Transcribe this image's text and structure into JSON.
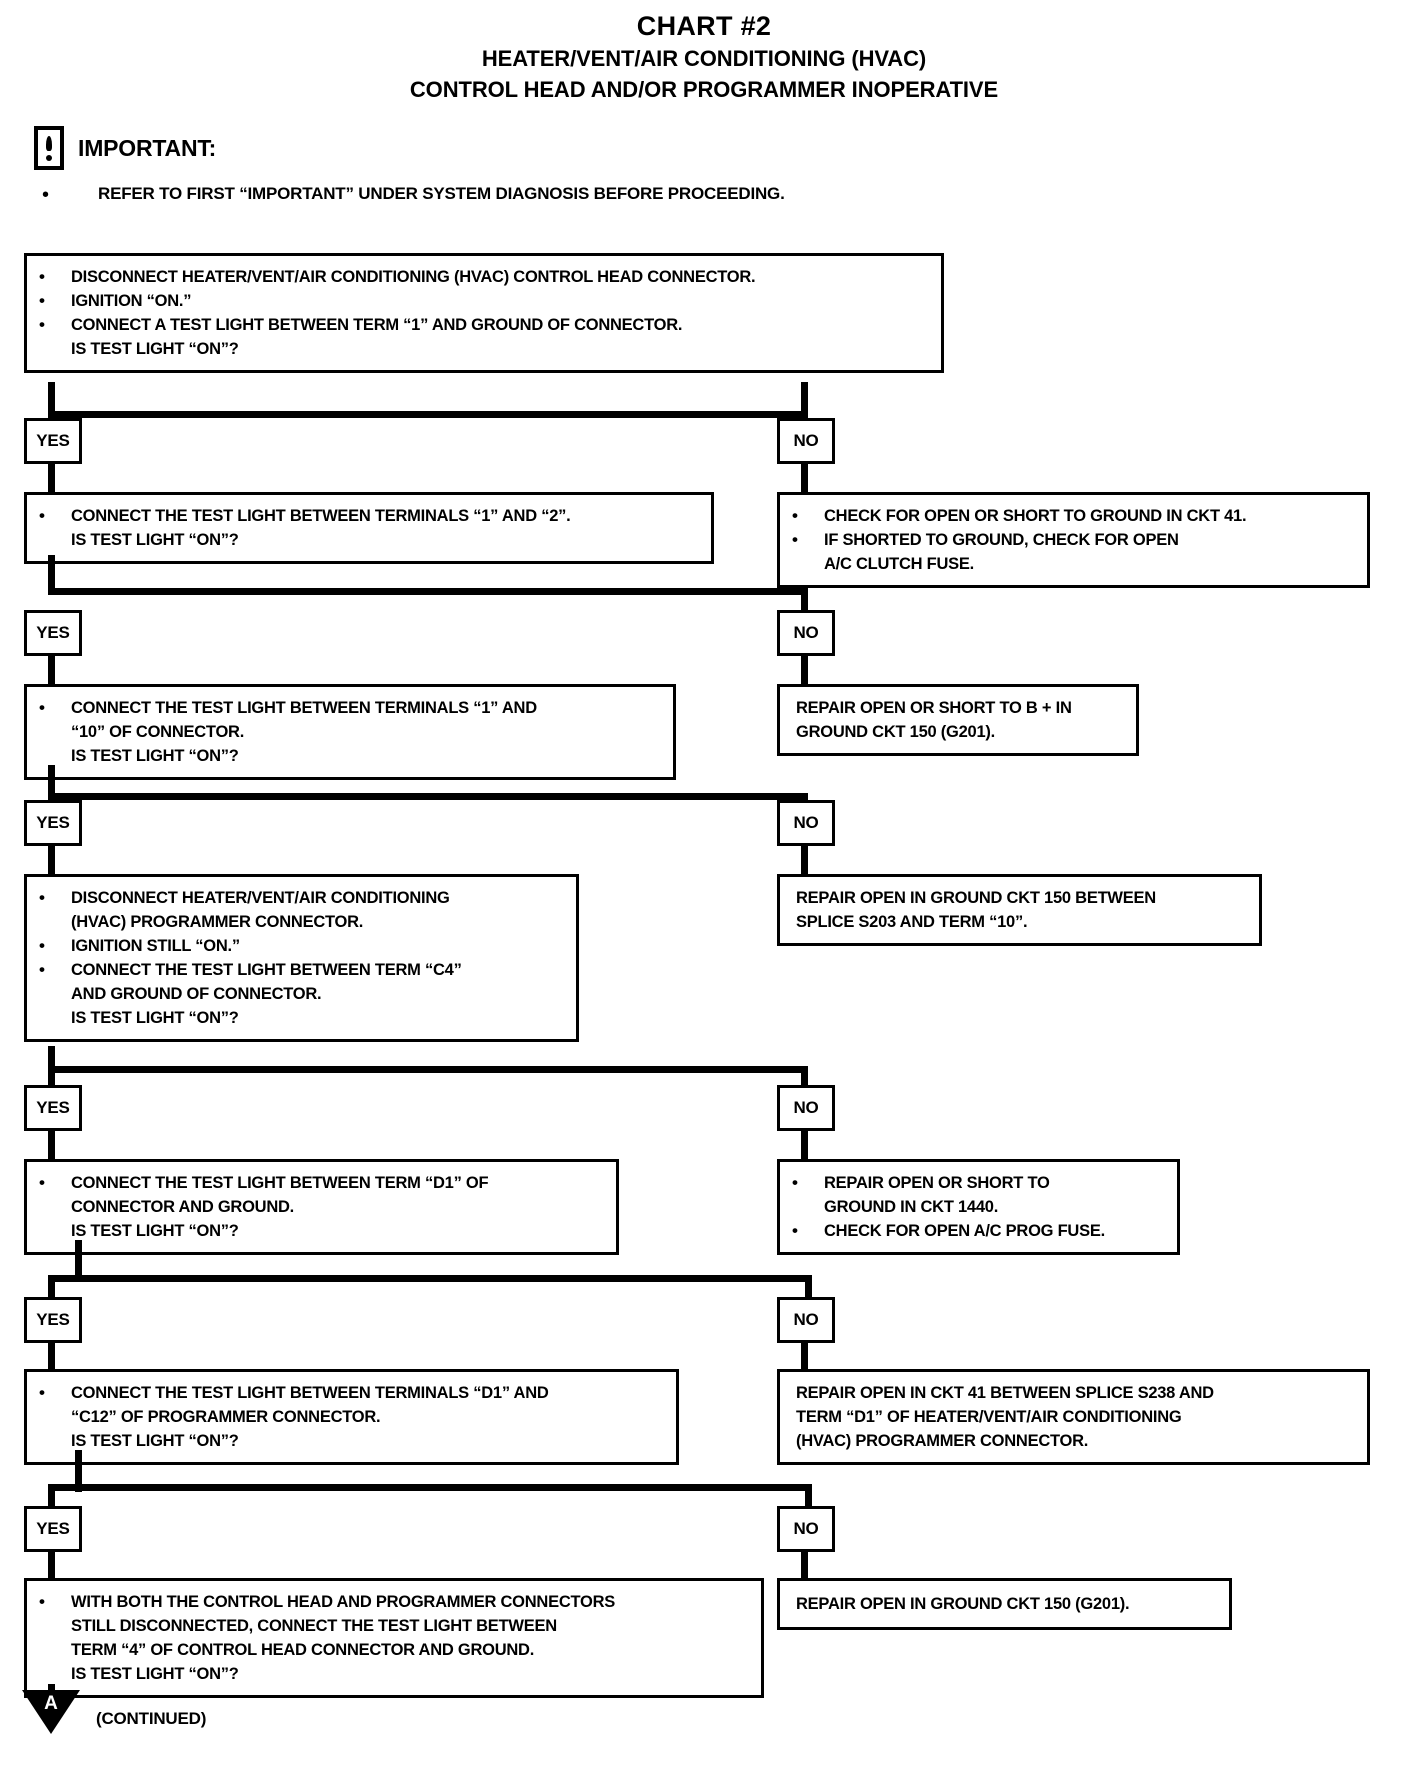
{
  "header": {
    "chart_number": "CHART #2",
    "system_line": "HEATER/VENT/AIR CONDITIONING (HVAC)",
    "subject_line": "CONTROL HEAD AND/OR PROGRAMMER INOPERATIVE"
  },
  "important": {
    "label": "IMPORTANT:",
    "icon": "exclamation-box-icon",
    "bullet": "•",
    "note": "REFER TO FIRST “IMPORTANT” UNDER SYSTEM DIAGNOSIS BEFORE PROCEEDING."
  },
  "branch_labels": {
    "yes": "YES",
    "no": "NO"
  },
  "bullet_char": "•",
  "steps": [
    {
      "id": "step-1",
      "lines": [
        {
          "bullet": true,
          "text": "DISCONNECT HEATER/VENT/AIR CONDITIONING (HVAC) CONTROL HEAD CONNECTOR."
        },
        {
          "bullet": true,
          "text": "IGNITION “ON.”"
        },
        {
          "bullet": true,
          "text": "CONNECT A TEST LIGHT BETWEEN TERM “1” AND GROUND OF CONNECTOR."
        },
        {
          "bullet": false,
          "text": "IS TEST LIGHT “ON”?"
        }
      ]
    },
    {
      "id": "step-2",
      "lines": [
        {
          "bullet": true,
          "text": "CONNECT THE TEST LIGHT BETWEEN TERMINALS “1” AND “2”."
        },
        {
          "bullet": false,
          "text": "IS TEST LIGHT “ON”?"
        }
      ]
    },
    {
      "id": "step-3",
      "lines": [
        {
          "bullet": true,
          "text": "CONNECT THE TEST LIGHT BETWEEN TERMINALS “1” AND"
        },
        {
          "bullet": false,
          "text": "“10” OF CONNECTOR."
        },
        {
          "bullet": false,
          "text": "IS TEST LIGHT “ON”?"
        }
      ]
    },
    {
      "id": "step-4",
      "lines": [
        {
          "bullet": true,
          "text": "DISCONNECT HEATER/VENT/AIR CONDITIONING"
        },
        {
          "bullet": false,
          "text": "(HVAC) PROGRAMMER CONNECTOR."
        },
        {
          "bullet": true,
          "text": "IGNITION STILL “ON.”"
        },
        {
          "bullet": true,
          "text": "CONNECT THE TEST LIGHT BETWEEN TERM “C4”"
        },
        {
          "bullet": false,
          "text": "AND GROUND OF CONNECTOR."
        },
        {
          "bullet": false,
          "text": "IS TEST LIGHT “ON”?"
        }
      ]
    },
    {
      "id": "step-5",
      "lines": [
        {
          "bullet": true,
          "text": "CONNECT THE TEST LIGHT BETWEEN TERM “D1” OF"
        },
        {
          "bullet": false,
          "text": "CONNECTOR AND GROUND."
        },
        {
          "bullet": false,
          "text": "IS TEST LIGHT “ON”?"
        }
      ]
    },
    {
      "id": "step-6",
      "lines": [
        {
          "bullet": true,
          "text": "CONNECT THE TEST LIGHT BETWEEN TERMINALS “D1” AND"
        },
        {
          "bullet": false,
          "text": "“C12” OF PROGRAMMER CONNECTOR."
        },
        {
          "bullet": false,
          "text": "IS TEST LIGHT “ON”?"
        }
      ]
    },
    {
      "id": "step-7",
      "lines": [
        {
          "bullet": true,
          "text": "WITH BOTH THE CONTROL HEAD AND PROGRAMMER CONNECTORS"
        },
        {
          "bullet": false,
          "text": "STILL DISCONNECTED, CONNECT THE TEST LIGHT BETWEEN"
        },
        {
          "bullet": false,
          "text": "TERM “4” OF CONTROL HEAD CONNECTOR AND GROUND."
        },
        {
          "bullet": false,
          "text": "IS TEST LIGHT “ON”?"
        }
      ]
    }
  ],
  "results": [
    {
      "id": "result-1",
      "lines": [
        {
          "bullet": true,
          "text": "CHECK FOR OPEN OR SHORT TO GROUND IN CKT 41."
        },
        {
          "bullet": true,
          "text": "IF SHORTED TO GROUND, CHECK FOR OPEN"
        },
        {
          "bullet": false,
          "text": "A/C CLUTCH FUSE."
        }
      ]
    },
    {
      "id": "result-2",
      "lines": [
        {
          "bullet": false,
          "text": "REPAIR OPEN OR SHORT TO B + IN"
        },
        {
          "bullet": false,
          "text": "GROUND CKT 150 (G201)."
        }
      ]
    },
    {
      "id": "result-3",
      "lines": [
        {
          "bullet": false,
          "text": "REPAIR OPEN IN GROUND CKT 150 BETWEEN"
        },
        {
          "bullet": false,
          "text": "SPLICE S203 AND TERM “10”."
        }
      ]
    },
    {
      "id": "result-4",
      "lines": [
        {
          "bullet": true,
          "text": "REPAIR OPEN OR SHORT TO"
        },
        {
          "bullet": false,
          "text": "GROUND  IN CKT 1440."
        },
        {
          "bullet": true,
          "text": "CHECK FOR OPEN A/C PROG FUSE."
        }
      ]
    },
    {
      "id": "result-5",
      "lines": [
        {
          "bullet": false,
          "text": "REPAIR OPEN IN CKT 41 BETWEEN SPLICE S238 AND"
        },
        {
          "bullet": false,
          "text": "TERM “D1” OF HEATER/VENT/AIR CONDITIONING"
        },
        {
          "bullet": false,
          "text": "(HVAC) PROGRAMMER CONNECTOR."
        }
      ]
    },
    {
      "id": "result-6",
      "lines": [
        {
          "bullet": false,
          "text": "REPAIR OPEN IN GROUND CKT 150 (G201)."
        }
      ]
    }
  ],
  "continued": {
    "marker_letter": "A",
    "label": "(CONTINUED)"
  }
}
